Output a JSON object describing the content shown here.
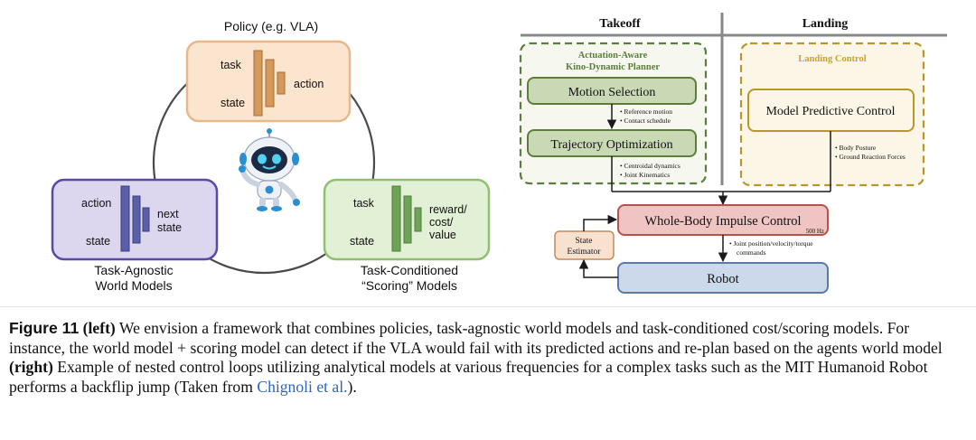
{
  "left": {
    "policy": {
      "title": "Policy (e.g. VLA)",
      "in_top": "task",
      "in_bottom": "state",
      "out": "action"
    },
    "world": {
      "in_top": "action",
      "in_bottom": "state",
      "out_1": "next",
      "out_2": "state",
      "caption_1": "Task-Agnostic",
      "caption_2": "World Models"
    },
    "scoring": {
      "in_top": "task",
      "in_bottom": "state",
      "out_1": "reward/",
      "out_2": "cost/",
      "out_3": "value",
      "caption_1": "Task-Conditioned",
      "caption_2": "“Scoring” Models"
    }
  },
  "right": {
    "header_takeoff": "Takeoff",
    "header_landing": "Landing",
    "planner_title_1": "Actuation-Aware",
    "planner_title_2": "Kino-Dynamic Planner",
    "motion_selection": "Motion Selection",
    "motion_notes": [
      "Reference motion",
      "Contact schedule"
    ],
    "trajectory_optimization": "Trajectory Optimization",
    "trajectory_notes": [
      "Centroidal dynamics",
      "Joint Kinematics"
    ],
    "landing_control": "Landing Control",
    "mpc": "Model Predictive Control",
    "mpc_notes": [
      "Body Posture",
      "Ground Reaction Forces"
    ],
    "wbic": "Whole-Body Impulse Control",
    "wbic_rate": "500 Hz",
    "wbic_notes": [
      "Joint position/velocity/torque",
      "commands"
    ],
    "state_estimator_1": "State",
    "state_estimator_2": "Estimator",
    "robot": "Robot"
  },
  "caption": {
    "label": "Figure 11",
    "left_tag": "(left)",
    "text_1": "We envision a framework that combines policies, task-agnostic world models and task-conditioned cost/scoring models. For instance, the world model + scoring model can detect if the VLA would fail with its predicted actions and re-plan based on the agents world model",
    "right_tag": "(right)",
    "text_2": "Example of nested control loops utilizing analytical models at various frequencies for a complex tasks such as the MIT Humanoid Robot performs a backflip jump (Taken from",
    "link": "Chignoli et al.",
    "text_3": ")."
  },
  "colors": {
    "policy_fill": "#fbe5cf",
    "policy_stroke": "#e7b88c",
    "policy_bar": "#d49a5c",
    "world_fill": "#ddd6ef",
    "world_stroke": "#5a4aa8",
    "world_bar": "#5b5fa8",
    "scoring_fill": "#e2f0d6",
    "scoring_stroke": "#8fc070",
    "scoring_bar": "#6fa35a",
    "planner_fill": "#f6f8ef",
    "planner_stroke": "#5c7d3c",
    "planner_box": "#c9d9b5",
    "landing_fill": "#fbf6e6",
    "landing_stroke": "#b8962c",
    "landing_title": "#c9a42b",
    "wbic_fill": "#efc4c2",
    "wbic_stroke": "#b8524e",
    "robot_fill": "#ccd9ea",
    "robot_stroke": "#5b7aa4",
    "estimator_fill": "#f9e1cf",
    "estimator_stroke": "#c58a5c"
  }
}
